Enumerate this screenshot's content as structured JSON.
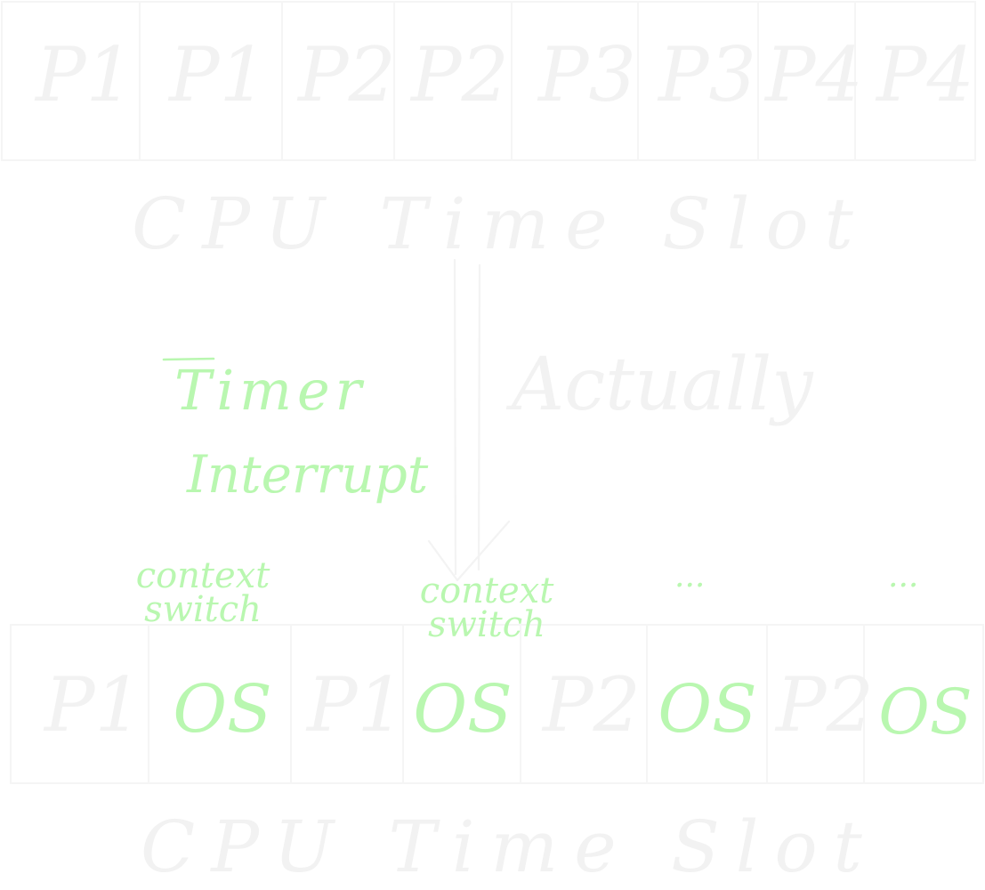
{
  "top_row": {
    "cells": [
      "P1",
      "P1",
      "P2",
      "P2",
      "P3",
      "P3",
      "P4",
      "P4"
    ],
    "caption": "CPU Time Slot"
  },
  "annotations": {
    "actually": "Actually",
    "timer": "Timer",
    "interrupt": "Interrupt",
    "context_switch_1": "context switch",
    "context_switch_2": "context switch",
    "ellipsis_1": "...",
    "ellipsis_2": "..."
  },
  "bottom_row": {
    "cells": [
      "P1",
      "OS",
      "P1",
      "OS",
      "P2",
      "OS",
      "P2",
      "OS"
    ],
    "caption": "CPU Time Slot"
  },
  "colors": {
    "white_ink": "#f3f3f3",
    "green_ink": "#b9f7b0",
    "background": "#ffffff"
  }
}
